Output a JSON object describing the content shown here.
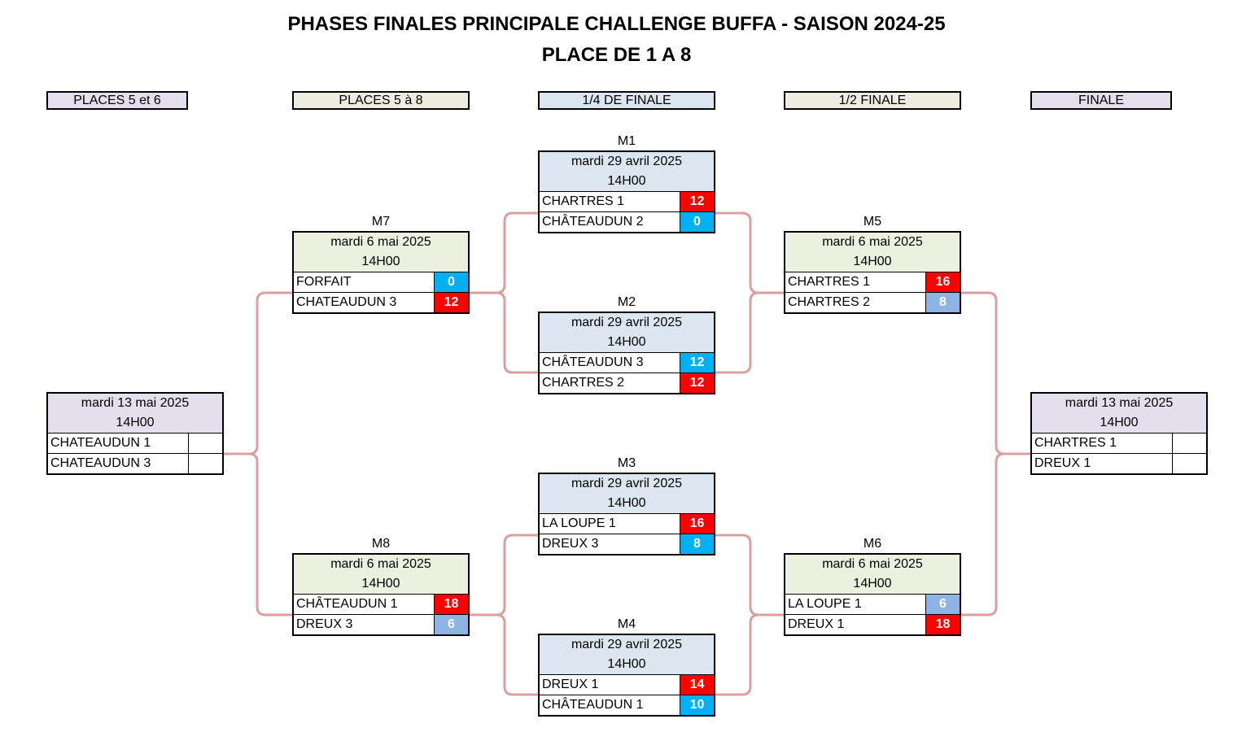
{
  "title_line1": "PHASES FINALES PRINCIPALE CHALLENGE BUFFA - SAISON 2024-25",
  "title_line2": "PLACE DE 1 A 8",
  "colors": {
    "quarter_header": "#dce6f1",
    "semi_header": "#ebf1de",
    "final_header": "#e4dfec",
    "phase_places58_bg": "#eeece1",
    "phase_semi_bg": "#eeece1",
    "phase_final_bg": "#e4dfec",
    "score_red": "#ff0000",
    "score_cyan": "#00b0f0",
    "score_lightblue": "#8db4e2",
    "connector": "#d9a0a0"
  },
  "phases": {
    "places56": "PLACES 5 et 6",
    "places58": "PLACES 5 à 8",
    "quarter": "1/4 DE FINALE",
    "semi": "1/2 FINALE",
    "final": "FINALE"
  },
  "matches": {
    "m1": {
      "label": "M1",
      "date": "mardi 29 avril 2025",
      "time": "14H00",
      "team1": "CHARTRES 1",
      "score1": "12",
      "team2": "CHÂTEAUDUN 2",
      "score2": "0"
    },
    "m2": {
      "label": "M2",
      "date": "mardi 29 avril 2025",
      "time": "14H00",
      "team1": "CHÂTEAUDUN 3",
      "score1": "12",
      "team2": "CHARTRES 2",
      "score2": "12"
    },
    "m3": {
      "label": "M3",
      "date": "mardi 29 avril 2025",
      "time": "14H00",
      "team1": "LA LOUPE 1",
      "score1": "16",
      "team2": "DREUX 3",
      "score2": "8"
    },
    "m4": {
      "label": "M4",
      "date": "mardi 29 avril 2025",
      "time": "14H00",
      "team1": "DREUX 1",
      "score1": "14",
      "team2": "CHÂTEAUDUN 1",
      "score2": "10"
    },
    "m5": {
      "label": "M5",
      "date": "mardi 6 mai 2025",
      "time": "14H00",
      "team1": "CHARTRES 1",
      "score1": "16",
      "team2": "CHARTRES 2",
      "score2": "8"
    },
    "m6": {
      "label": "M6",
      "date": "mardi 6 mai 2025",
      "time": "14H00",
      "team1": "LA LOUPE 1",
      "score1": "6",
      "team2": "DREUX 1",
      "score2": "18"
    },
    "m7": {
      "label": "M7",
      "date": "mardi 6 mai 2025",
      "time": "14H00",
      "team1": "FORFAIT",
      "score1": "0",
      "team2": "CHATEAUDUN 3",
      "score2": "12"
    },
    "m8": {
      "label": "M8",
      "date": "mardi 6 mai 2025",
      "time": "14H00",
      "team1": "CHÂTEAUDUN 1",
      "score1": "18",
      "team2": "DREUX 3",
      "score2": "6"
    },
    "p56": {
      "label": "",
      "date": "mardi 13 mai 2025",
      "time": "14H00",
      "team1": "CHATEAUDUN 1",
      "score1": "",
      "team2": "CHATEAUDUN 3",
      "score2": ""
    },
    "fin": {
      "label": "",
      "date": "mardi 13 mai 2025",
      "time": "14H00",
      "team1": "CHARTRES 1",
      "score1": "",
      "team2": "DREUX 1",
      "score2": ""
    }
  }
}
